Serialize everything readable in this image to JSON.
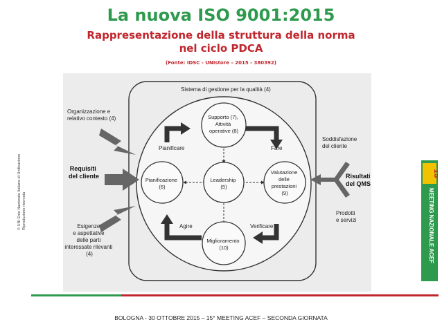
{
  "header": {
    "title": "La nuova ISO 9001:2015",
    "subtitle_line1": "Rappresentazione della struttura della norma",
    "subtitle_line2": "nel ciclo PDCA",
    "source": "(Fonte: IDSC - UNIstore – 2015 - 380392)"
  },
  "diagram": {
    "system_label": "Sistema di gestione per la qualità (4)",
    "inputs": {
      "organization_l1": "Organizzazione e",
      "organization_l2": "relativo contesto (4)",
      "requirements_l1": "Requisiti",
      "requirements_l2": "del cliente",
      "needs_l1": "Esigenze",
      "needs_l2": "e aspettative",
      "needs_l3": "delle parti",
      "needs_l4": "interessate rilevanti",
      "needs_l5": "(4)"
    },
    "nodes": {
      "support_l1": "Supporto (7),",
      "support_l2": "Attività",
      "support_l3": "operative (8)",
      "planning_l1": "Pianificazione",
      "planning_l2": "(6)",
      "leadership_l1": "Leadership",
      "leadership_l2": "(5)",
      "evaluation_l1": "Valutazione",
      "evaluation_l2": "delle",
      "evaluation_l3": "prestazioni",
      "evaluation_l4": "(9)",
      "improvement_l1": "Miglioramento",
      "improvement_l2": "(10)"
    },
    "cycle": {
      "plan": "Pianificare",
      "do": "Fare",
      "check": "Verificare",
      "act": "Agire"
    },
    "outputs": {
      "satisfaction_l1": "Soddisfazione",
      "satisfaction_l2": "del cliente",
      "results_l1": "Risultati",
      "results_l2": "del QMS",
      "products_l1": "Prodotti",
      "products_l2": "e servizi"
    }
  },
  "copyright": {
    "line1": "© UNI Ente Nazionale Italiano di Unificazione",
    "line2": "Riproduzione riservata"
  },
  "side_badge": {
    "number": "15",
    "text": "MEETING NAZIONALE ACEF"
  },
  "footer": {
    "text": "BOLOGNA - 30 OTTOBRE 2015 – 15° MEETING ACEF – SECONDA GIORNATA"
  },
  "colors": {
    "title": "#2e9a4e",
    "subtitle": "#c0262d",
    "footer_green": "#2e9a4e",
    "footer_red": "#c0262d"
  }
}
